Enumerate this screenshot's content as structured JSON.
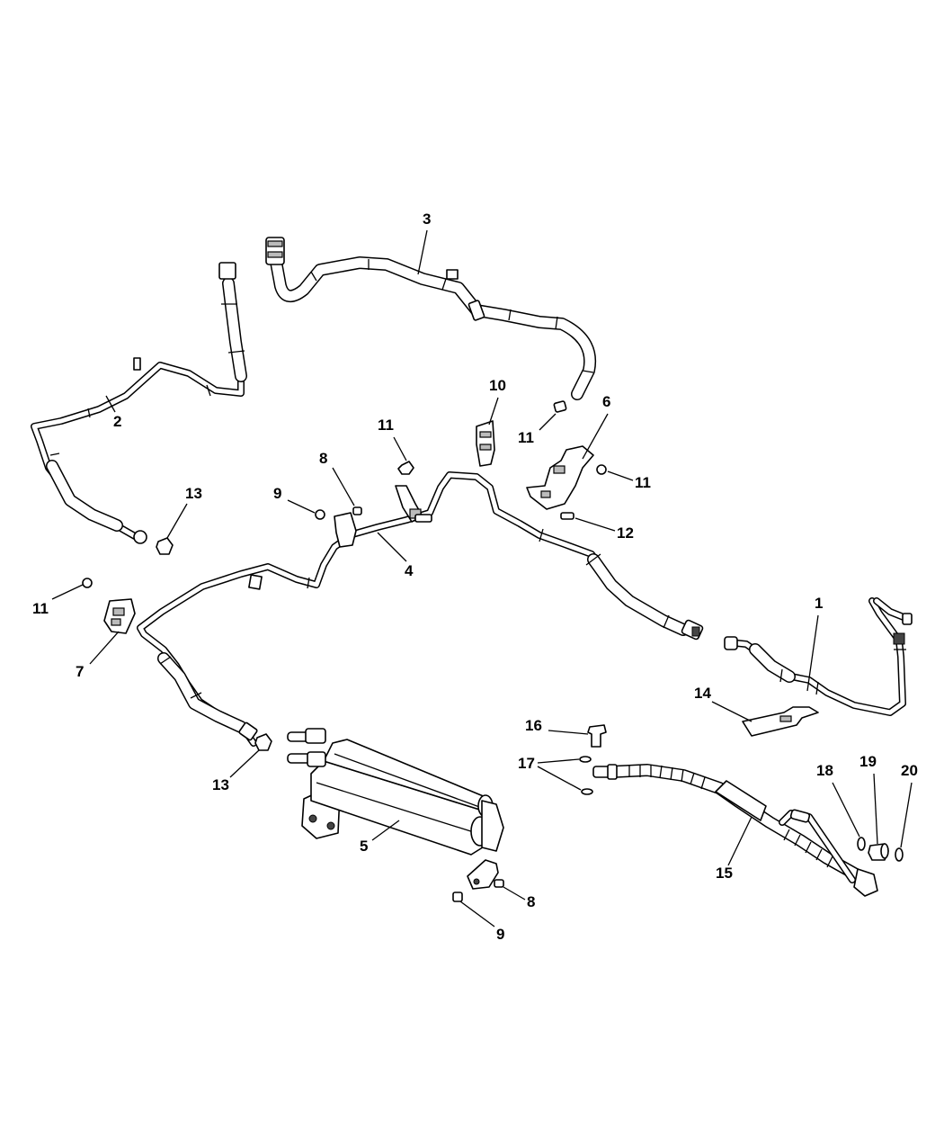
{
  "callouts": {
    "c1": "1",
    "c2": "2",
    "c3": "3",
    "c4": "4",
    "c5": "5",
    "c6": "6",
    "c7": "7",
    "c8a": "8",
    "c8b": "8",
    "c9a": "9",
    "c9b": "9",
    "c10": "10",
    "c11a": "11",
    "c11b": "11",
    "c11c": "11",
    "c11d": "11",
    "c12": "12",
    "c13a": "13",
    "c13b": "13",
    "c14": "14",
    "c15": "15",
    "c16": "16",
    "c17": "17",
    "c18": "18",
    "c19": "19",
    "c20": "20"
  }
}
